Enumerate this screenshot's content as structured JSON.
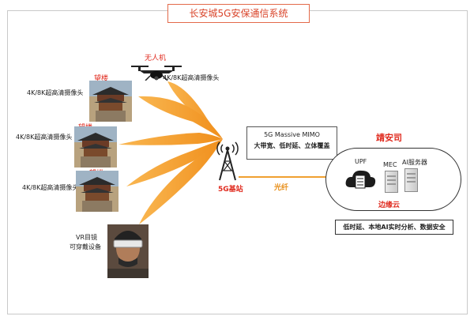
{
  "title": "长安城5G安保通信系统",
  "drone": {
    "label": "无人机",
    "camera": "4K/8K超高清摄像头"
  },
  "watchtowers": [
    {
      "label": "望楼",
      "camera": "4K/8K超高清摄像头"
    },
    {
      "label": "望楼",
      "camera": "4K/8K超高清摄像头"
    },
    {
      "label": "望楼",
      "camera": "4K/8K超高清摄像头"
    }
  ],
  "vr": {
    "line1": "VR目镜",
    "line2": "可穿戴设备"
  },
  "base_station": {
    "label": "5G基站"
  },
  "info_box": {
    "line1": "5G Massive MIMO",
    "line2": "大带宽、低时延、立体覆盖"
  },
  "fiber": {
    "label": "光纤"
  },
  "jingansi": {
    "label": "靖安司"
  },
  "edge_cloud": {
    "label": "边缘云",
    "upf": "UPF",
    "mec": "MEC",
    "ai": "AI服务器"
  },
  "capabilities": "低时延、本地AI实时分析、数据安全",
  "colors": {
    "beam": "#f7a338",
    "accent_red": "#e02b1f",
    "fiber": "#f0a030"
  }
}
